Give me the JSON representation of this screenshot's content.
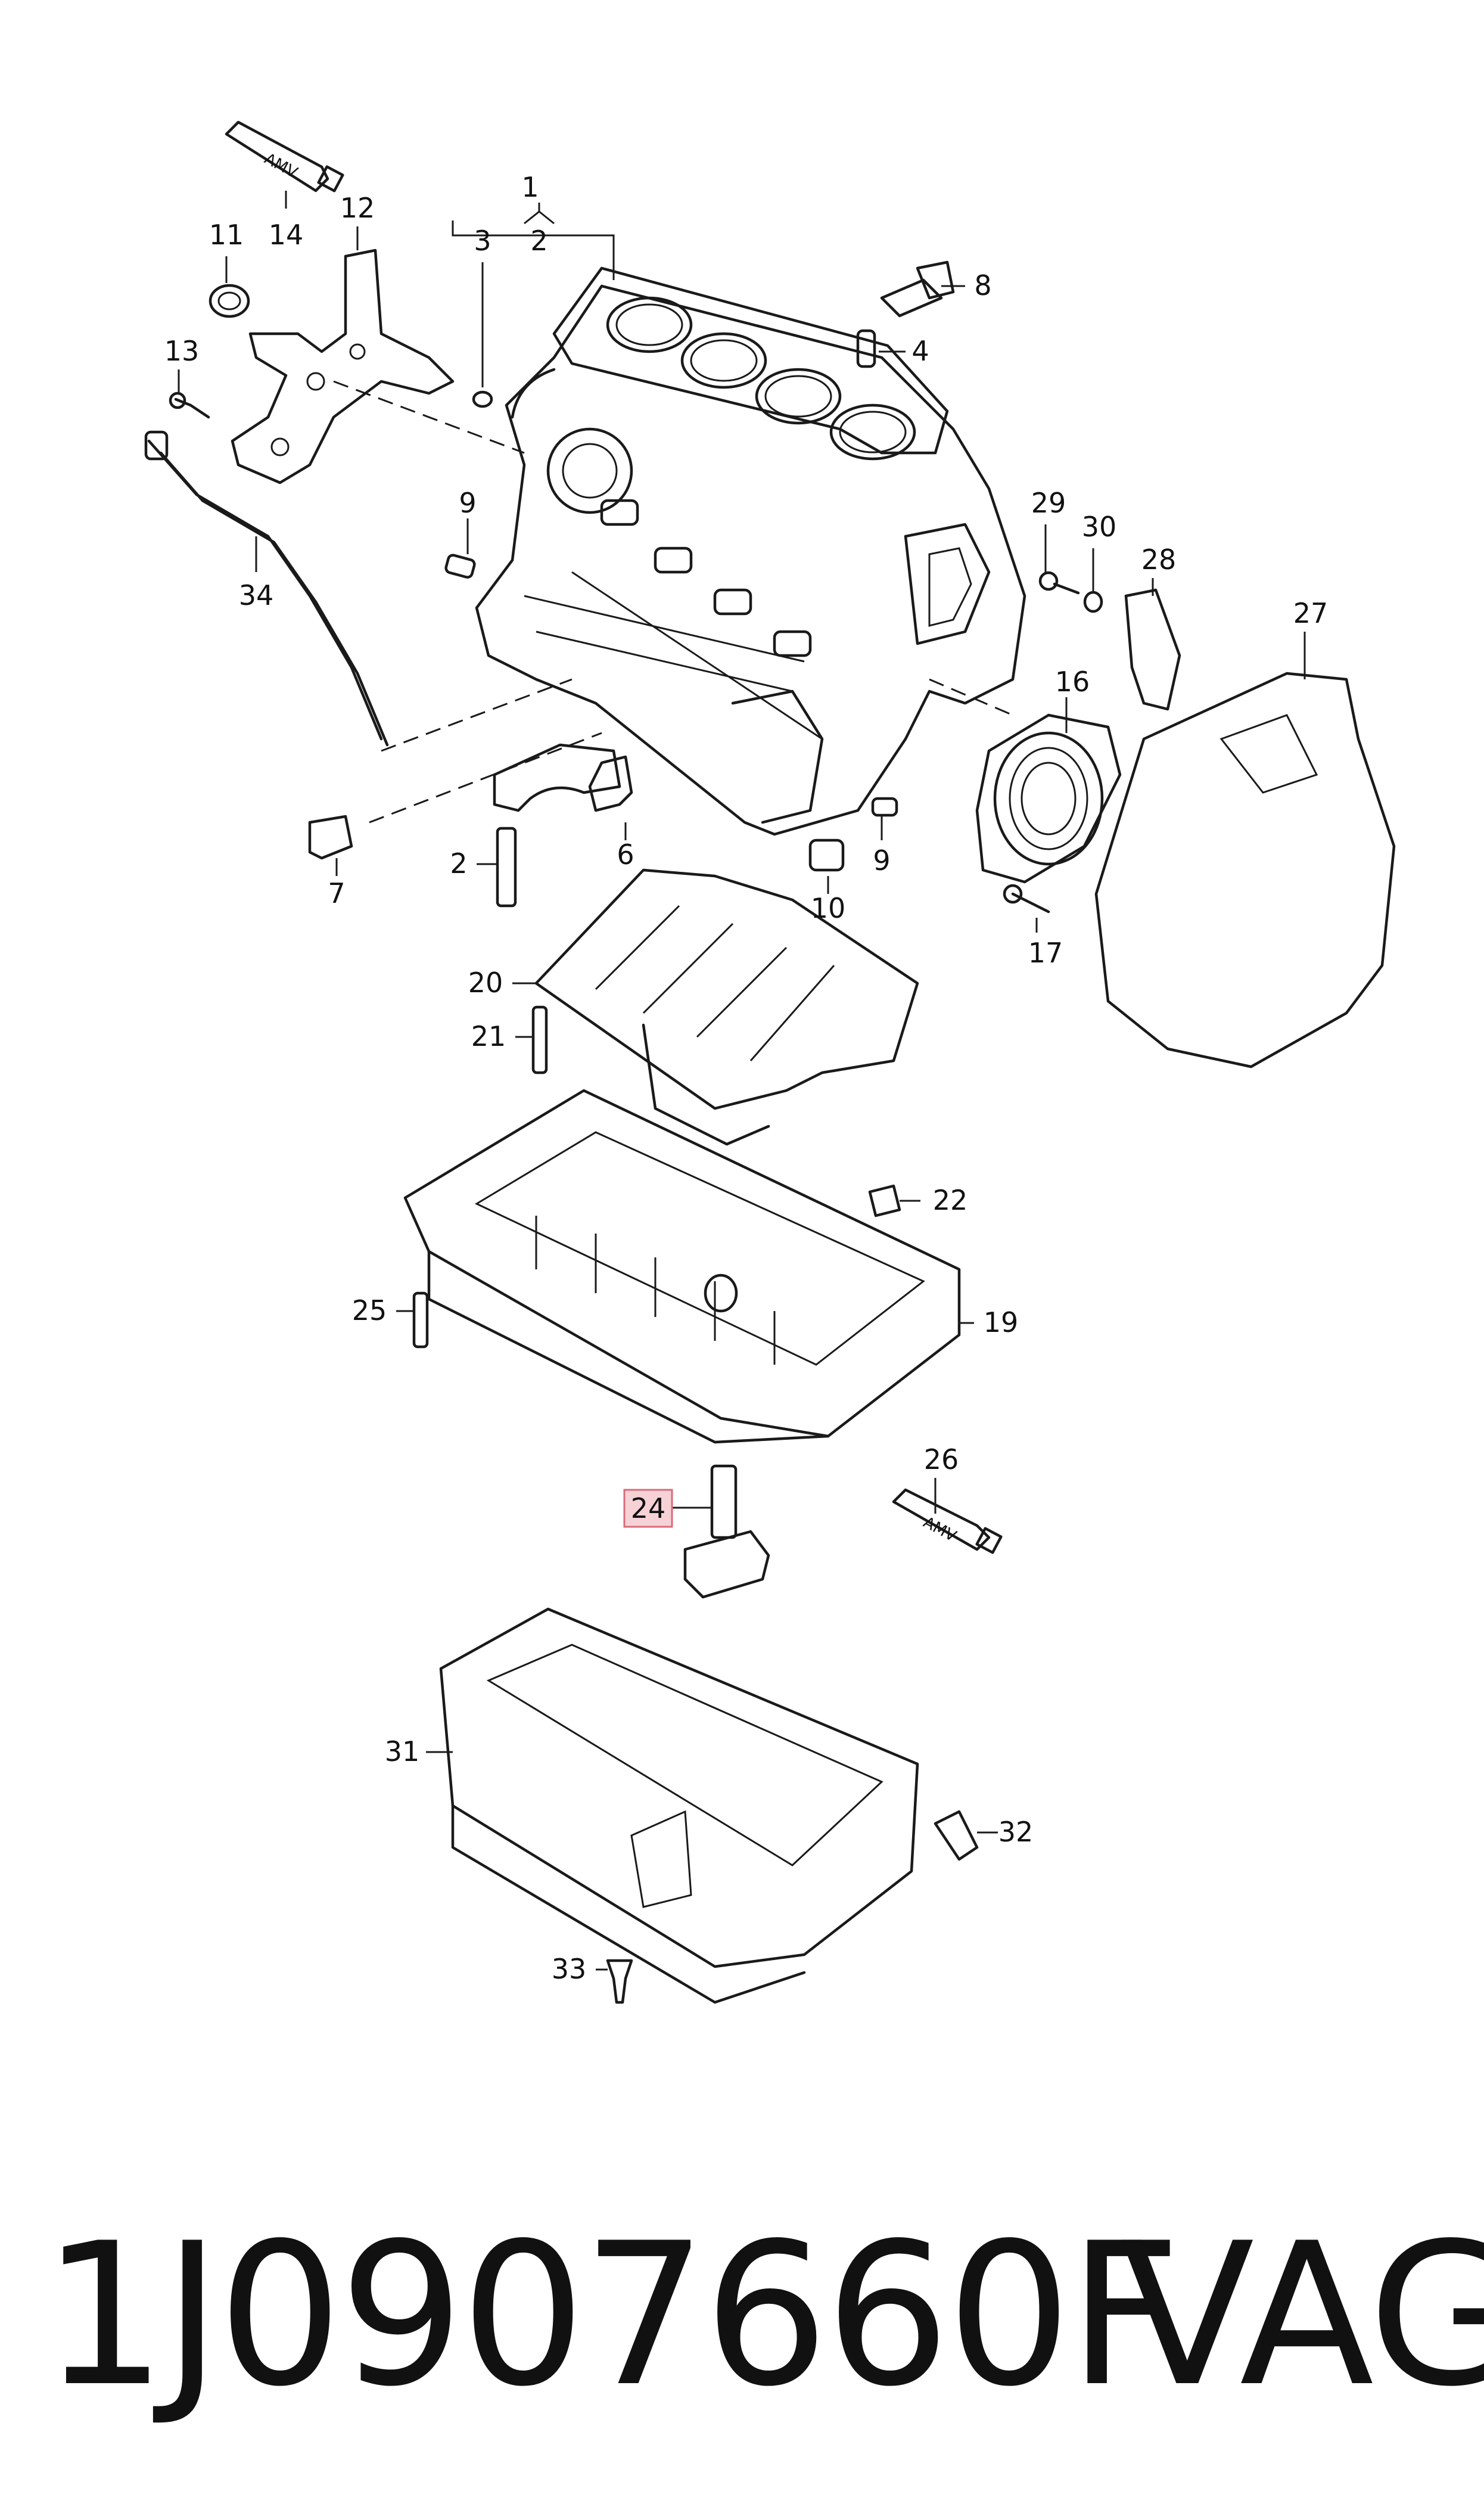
{
  "callouts": {
    "c1": "1",
    "c2": "2",
    "c3": "3",
    "c4": "4",
    "c6": "6",
    "c7": "7",
    "c8": "8",
    "c9a": "9",
    "c9b": "9",
    "c10": "10",
    "c11": "11",
    "c12": "12",
    "c13": "13",
    "c14": "14",
    "c16": "16",
    "c17": "17",
    "c19": "19",
    "c20": "20",
    "c21": "21",
    "c22": "22",
    "c24": "24",
    "c25": "25",
    "c26": "26",
    "c27": "27",
    "c28": "28",
    "c29": "29",
    "c30": "30",
    "c31": "31",
    "c32": "32",
    "c33": "33",
    "c34": "34",
    "c2b": "2"
  },
  "tube_labels": {
    "top": "AMV",
    "bottom": "AMV"
  },
  "highlighted_callout": "24",
  "highlight_color": "#f6d2d6",
  "footer": {
    "part_number": "1J0907660F",
    "brand": "VAG"
  }
}
